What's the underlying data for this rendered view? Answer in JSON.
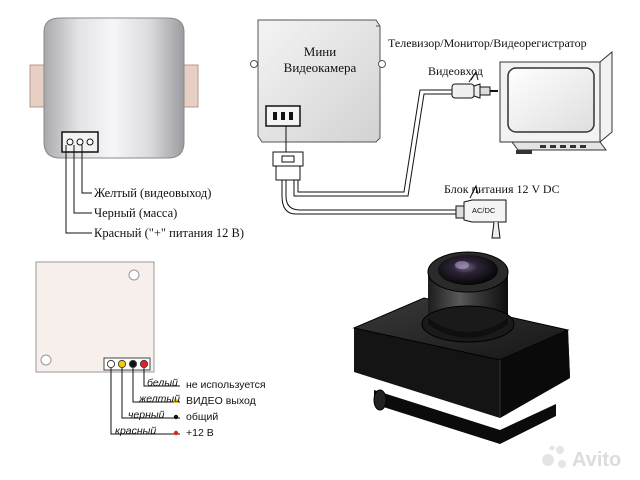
{
  "top_left_module": {
    "wire_labels": [
      "Желтый (видеовыход)",
      "Черный (масса)",
      "Красный (\"+\" питания 12 В)"
    ]
  },
  "camera_diagram": {
    "camera_line1": "Мини",
    "camera_line2": "Видеокамера",
    "monitor_label": "Телевизор/Монитор/Видеорегистратор",
    "video_in_label": "Видеовход",
    "power_label": "Блок питания 12 V DC",
    "adapter_text": "AC/DC"
  },
  "bottom_left_board": {
    "wires": [
      {
        "color_name": "белый",
        "description": "не используется",
        "dot_color": "#ffffff"
      },
      {
        "color_name": "желтый",
        "description": "ВИДЕО выход",
        "dot_color": "#f2d000"
      },
      {
        "color_name": "черный",
        "description": "общий",
        "dot_color": "#111111"
      },
      {
        "color_name": "красный",
        "description": "+12 В",
        "dot_color": "#e52020"
      }
    ]
  },
  "watermark": "Avito"
}
